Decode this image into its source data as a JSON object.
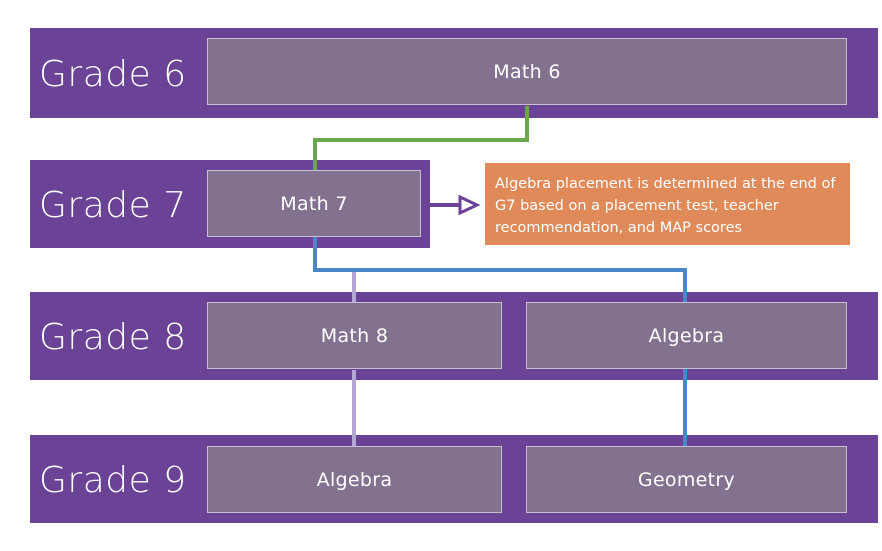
{
  "grades": [
    {
      "label": "Grade 6"
    },
    {
      "label": "Grade 7"
    },
    {
      "label": "Grade 8"
    },
    {
      "label": "Grade 9"
    }
  ],
  "courses": {
    "math6": "Math 6",
    "math7": "Math 7",
    "math8": "Math 8",
    "algebra8": "Algebra",
    "algebra9": "Algebra",
    "geometry9": "Geometry"
  },
  "note": {
    "text": "Algebra placement is determined at the end of G7 based on a placement test, teacher recommendation, and MAP scores"
  },
  "colors": {
    "band": "#6a4296",
    "course_box": "#82728f",
    "note_box": "#e08a5a",
    "green_path": "#6aa84f",
    "blue_path": "#4a86c8",
    "lavender_path": "#b4a7d6",
    "arrow": "#6a4296"
  }
}
